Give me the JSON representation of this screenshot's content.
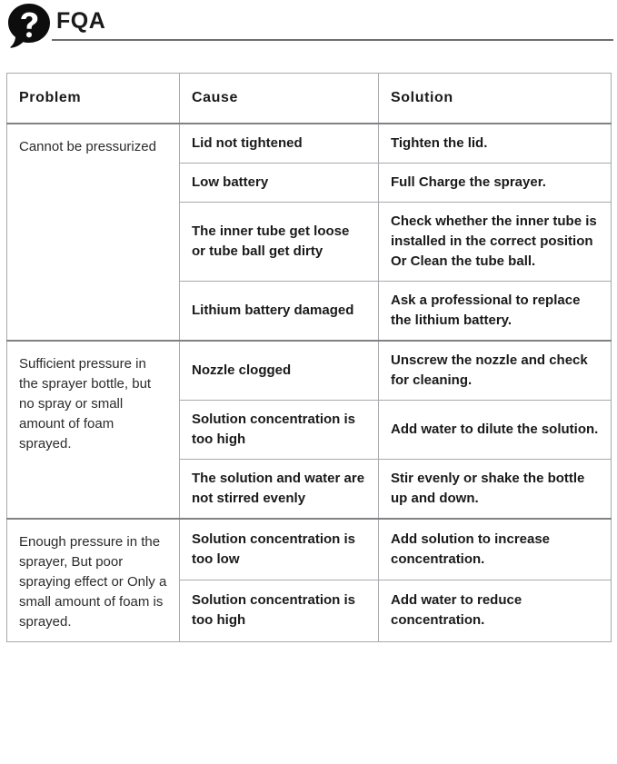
{
  "header": {
    "title": "FQA",
    "icon": "question-speech-bubble-icon",
    "rule_color": "#6e6e6e"
  },
  "table": {
    "columns": [
      "Problem",
      "Cause",
      "Solution"
    ],
    "groups": [
      {
        "problem": "Cannot be pressurized",
        "rows": [
          {
            "cause": "Lid not tightened",
            "solution": "Tighten the lid."
          },
          {
            "cause": "Low battery",
            "solution": "Full Charge the sprayer."
          },
          {
            "cause": "The inner tube get loose or tube ball get dirty",
            "solution": "Check whether the inner tube is installed in the correct position Or Clean the tube ball."
          },
          {
            "cause": "Lithium battery damaged",
            "solution": "Ask a professional to replace the lithium battery."
          }
        ]
      },
      {
        "problem": "Sufficient pressure in the sprayer bottle, but no spray or small amount of foam sprayed.",
        "rows": [
          {
            "cause": "Nozzle clogged",
            "solution": "Unscrew the nozzle and check for cleaning."
          },
          {
            "cause": "Solution concentration is too high",
            "solution": "Add water to dilute the solution."
          },
          {
            "cause": "The solution and water are not stirred evenly",
            "solution": "Stir evenly or shake the bottle up and down."
          }
        ]
      },
      {
        "problem": "Enough pressure in the sprayer, But poor spraying effect or Only a small amount of foam is sprayed.",
        "rows": [
          {
            "cause": "Solution concentration is too low",
            "solution": "Add solution to increase concentration."
          },
          {
            "cause": "Solution concentration is too high",
            "solution": "Add water to reduce concentration."
          }
        ]
      }
    ]
  }
}
